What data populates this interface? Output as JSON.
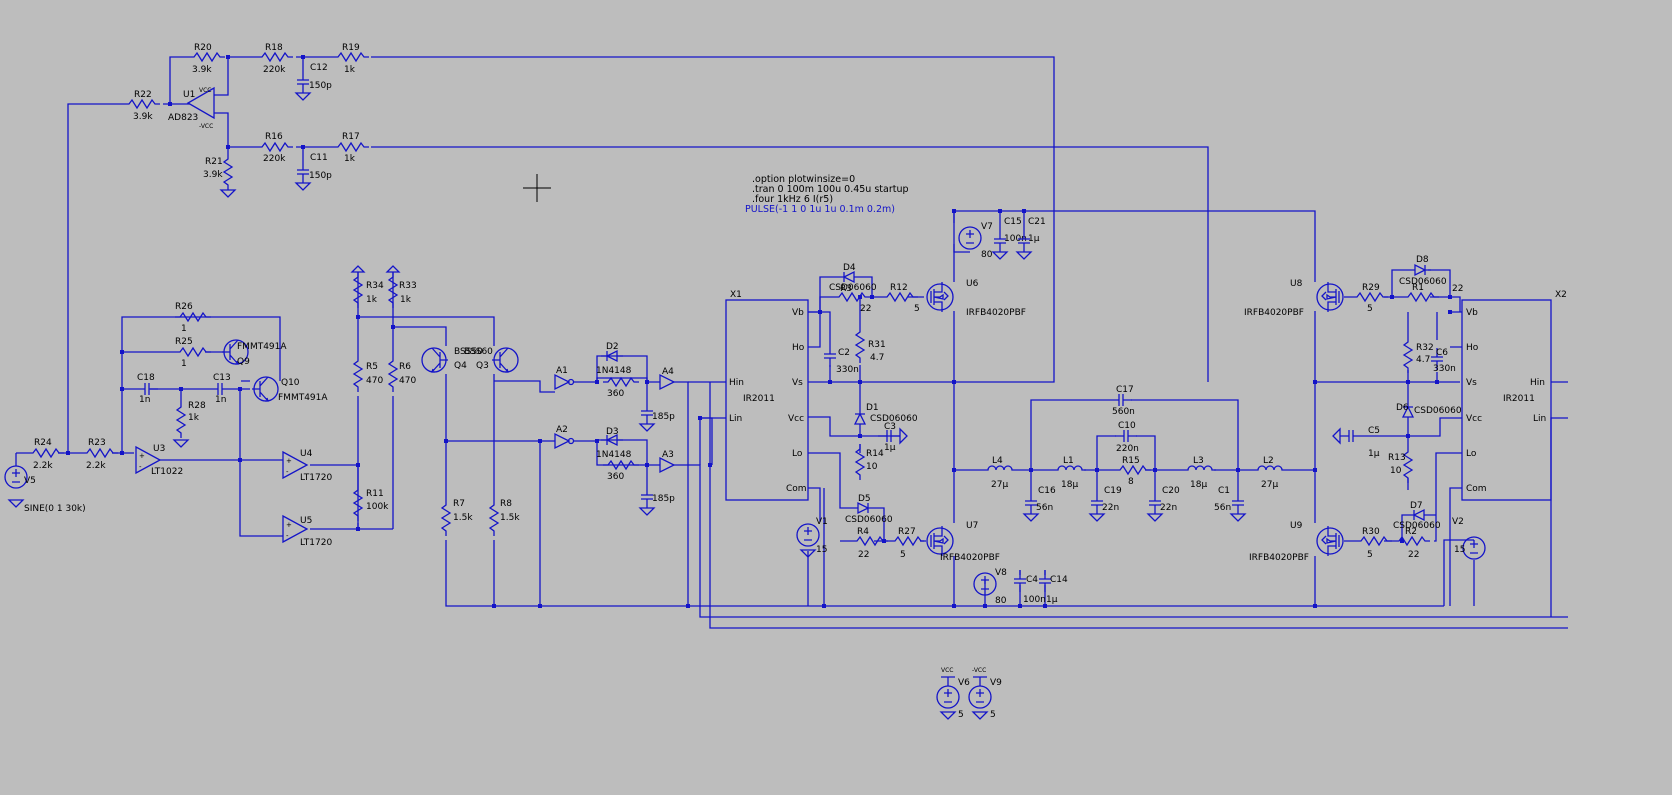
{
  "directives": [
    ".option plotwinsize=0",
    ".tran 0 100m 100u 0.45u startup",
    ".four 1kHz 6  I(r5)"
  ],
  "source_directive": "PULSE(-1 1 0 1u 1u 0.1m 0.2m)",
  "labels": {
    "R20": [
      "R20",
      "3.9k"
    ],
    "R18": [
      "R18",
      "220k"
    ],
    "R19": [
      "R19",
      "1k"
    ],
    "C12": [
      "C12",
      "150p"
    ],
    "R22": [
      "R22",
      "3.9k"
    ],
    "U1": [
      "U1",
      "AD823"
    ],
    "R16": [
      "R16",
      "220k"
    ],
    "R17": [
      "R17",
      "1k"
    ],
    "C11": [
      "C11",
      "150p"
    ],
    "R21": [
      "R21",
      "3.9k"
    ],
    "R34": [
      "R34",
      "1k"
    ],
    "R33": [
      "R33",
      "1k"
    ],
    "R5": [
      "R5",
      "470"
    ],
    "R6": [
      "R6",
      "470"
    ],
    "R11": [
      "R11",
      "100k"
    ],
    "R26": [
      "R26",
      "1"
    ],
    "R25": [
      "R25",
      "1"
    ],
    "Q9": [
      "Q9",
      "FMMT491A"
    ],
    "Q10": [
      "Q10",
      "FMMT491A"
    ],
    "C18": [
      "C18",
      "1n"
    ],
    "C13": [
      "C13",
      "1n"
    ],
    "R28": [
      "R28",
      "1k"
    ],
    "U3": [
      "U3",
      "LT1022"
    ],
    "U4": [
      "U4",
      "LT1720"
    ],
    "U5": [
      "U5",
      "LT1720"
    ],
    "R24": [
      "R24",
      "2.2k"
    ],
    "R23": [
      "R23",
      "2.2k"
    ],
    "V5": [
      "V5",
      "SINE(0 1 30k)"
    ],
    "Q4": [
      "Q4",
      "BSS50"
    ],
    "Q3": [
      "Q3",
      "BSS60"
    ],
    "R7": [
      "R7",
      "1.5k"
    ],
    "R8": [
      "R8",
      "1.5k"
    ],
    "A1": [
      "A1",
      ""
    ],
    "A2": [
      "A2",
      ""
    ],
    "A3": [
      "A3",
      ""
    ],
    "A4": [
      "A4",
      ""
    ],
    "D2": [
      "D2",
      "1N4148"
    ],
    "D3": [
      "D3",
      "1N4148"
    ],
    "R360a": [
      "",
      "360"
    ],
    "R360b": [
      "",
      "360"
    ],
    "C185a": [
      "",
      "185p"
    ],
    "C185b": [
      "",
      "185p"
    ],
    "X1": [
      "X1",
      "IR2011"
    ],
    "X2": [
      "X2",
      "IR2011"
    ],
    "D4": [
      "D4",
      "CSD06060"
    ],
    "R3": [
      "R3",
      "22"
    ],
    "R12": [
      "R12",
      "5"
    ],
    "C2": [
      "C2",
      "330n"
    ],
    "R31": [
      "R31",
      "4.7"
    ],
    "D1": [
      "D1",
      "CSD06060"
    ],
    "C3": [
      "C3",
      "1μ"
    ],
    "R14": [
      "R14",
      "10"
    ],
    "D5": [
      "D5",
      "CSD06060"
    ],
    "R4": [
      "R4",
      "22"
    ],
    "R27": [
      "R27",
      "5"
    ],
    "V1": [
      "V1",
      "15"
    ],
    "U6": [
      "U6",
      "IRFB4020PBF"
    ],
    "U7": [
      "U7",
      "IRFB4020PBF"
    ],
    "V7": [
      "V7",
      "80"
    ],
    "C15": [
      "C15",
      "100n"
    ],
    "C21": [
      "C21",
      "1μ"
    ],
    "V8": [
      "V8",
      "80"
    ],
    "C4": [
      "C4",
      "100n"
    ],
    "C14": [
      "C14",
      "1μ"
    ],
    "C17": [
      "C17",
      "560n"
    ],
    "C10": [
      "C10",
      "220n"
    ],
    "R15": [
      "R15",
      "8"
    ],
    "L4": [
      "L4",
      "27μ"
    ],
    "L1": [
      "L1",
      "18μ"
    ],
    "L3": [
      "L3",
      "18μ"
    ],
    "L2": [
      "L2",
      "27μ"
    ],
    "C16": [
      "C16",
      "56n"
    ],
    "C19": [
      "C19",
      "22n"
    ],
    "C20": [
      "C20",
      "22n"
    ],
    "C1": [
      "C1",
      "56n"
    ],
    "U8": [
      "U8",
      "IRFB4020PBF"
    ],
    "U9": [
      "U9",
      "IRFB4020PBF"
    ],
    "R29": [
      "R29",
      "5"
    ],
    "R1": [
      "R1",
      "22"
    ],
    "D8": [
      "D8",
      "CSD06060"
    ],
    "R32": [
      "R32",
      "4.7"
    ],
    "C6": [
      "C6",
      "330n"
    ],
    "D6": [
      "D6",
      "CSD06060"
    ],
    "C5": [
      "C5",
      "1μ"
    ],
    "R13": [
      "R13",
      "10"
    ],
    "D7": [
      "D7",
      "CSD06060"
    ],
    "R2": [
      "R2",
      "22"
    ],
    "R30": [
      "R30",
      "5"
    ],
    "V2": [
      "V2",
      "15"
    ],
    "V6": [
      "V6",
      "5"
    ],
    "V9": [
      "V9",
      "5"
    ]
  },
  "pins": {
    "Vb": "Vb",
    "Ho": "Ho",
    "Vs": "Vs",
    "Hin": "Hin",
    "Lin": "Lin",
    "Vcc": "Vcc",
    "Lo": "Lo",
    "Com": "Com"
  },
  "power_label": "VCC",
  "neg_power_label": "-VCC"
}
